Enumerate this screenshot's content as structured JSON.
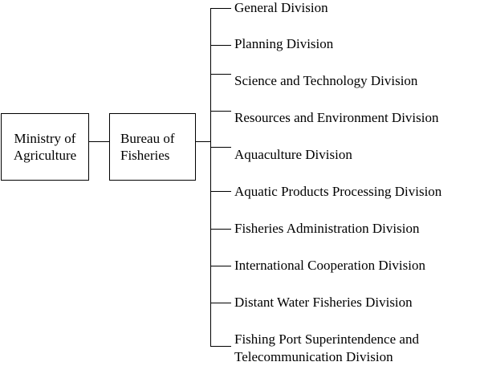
{
  "chart": {
    "parent": "Ministry of\nAgriculture",
    "bureau": "Bureau of\nFisheries",
    "divisions": [
      "General Division",
      "Planning Division",
      "Science and Technology Division",
      "Resources and Environment Division",
      "Aquaculture Division",
      "Aquatic Products Processing Division",
      "Fisheries Administration Division",
      "International Cooperation Division",
      "Distant Water Fisheries Division",
      "Fishing Port Superintendence and",
      "Telecommunication Division"
    ]
  }
}
